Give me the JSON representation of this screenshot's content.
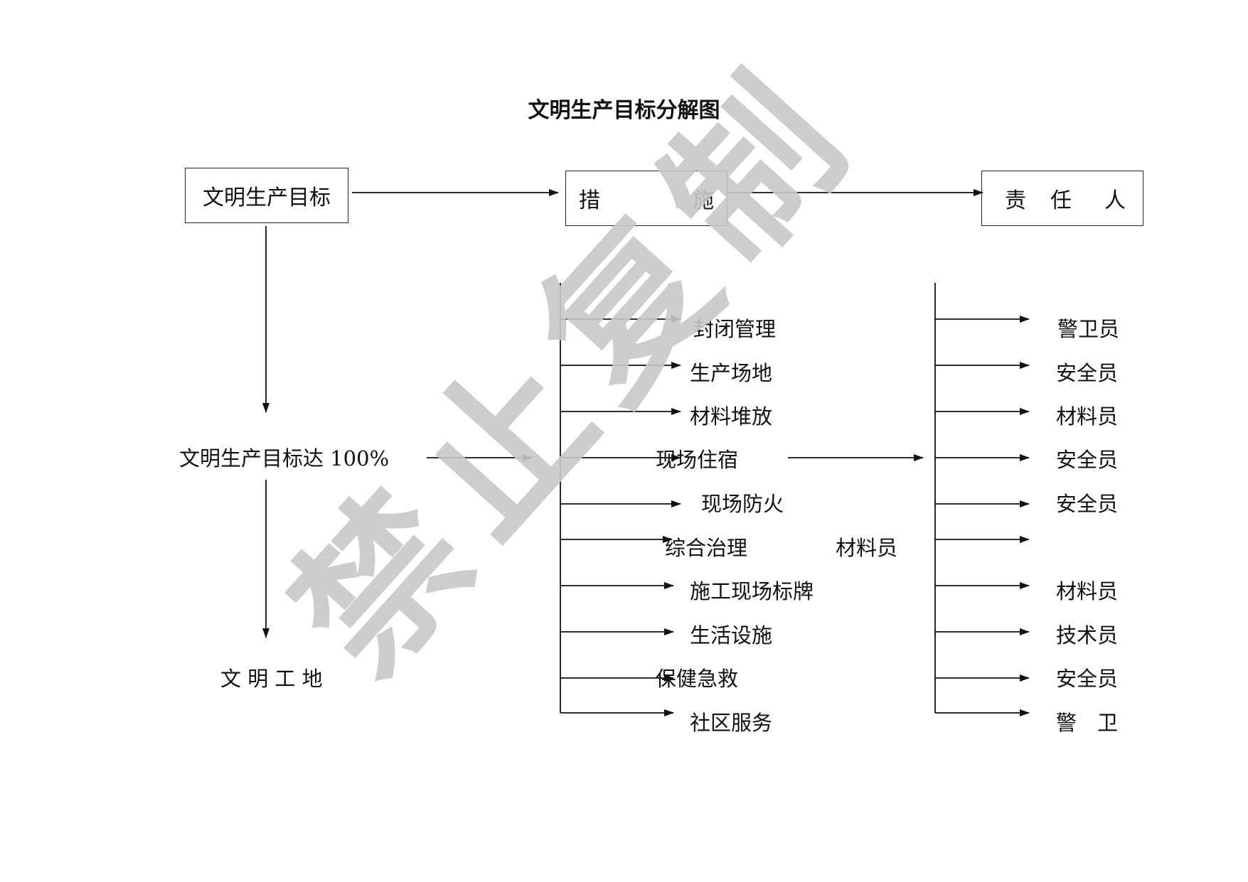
{
  "title": "文明生产目标分解图",
  "boxes": {
    "goal": "文明生产目标",
    "measures_a": "措",
    "measures_b": "施",
    "resp_a": "责",
    "resp_b": "任",
    "resp_c": "人"
  },
  "left": {
    "target_label": "文明生产目标达 100%",
    "site_label": "文 明 工 地"
  },
  "measures": [
    "封闭管理",
    "生产场地",
    "材料堆放",
    "现场住宿",
    "现场防火",
    "综合治理",
    "施工现场标牌",
    "生活设施",
    "保健急救",
    "社区服务"
  ],
  "extra_middle": "材料员",
  "responsible": [
    "警卫员",
    "安全员",
    "材料员",
    "安全员",
    "安全员",
    "",
    "材料员",
    "技术员",
    "安全员",
    "警　卫"
  ],
  "watermark": "禁止复制",
  "colors": {
    "line": "#111111",
    "watermark": "#c8c8c8"
  }
}
